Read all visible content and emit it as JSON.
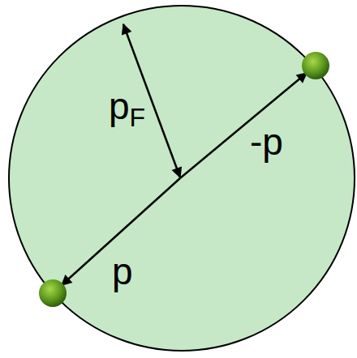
{
  "diagram": {
    "labels": [
      "pF",
      "-p",
      "p"
    ]
  }
}
